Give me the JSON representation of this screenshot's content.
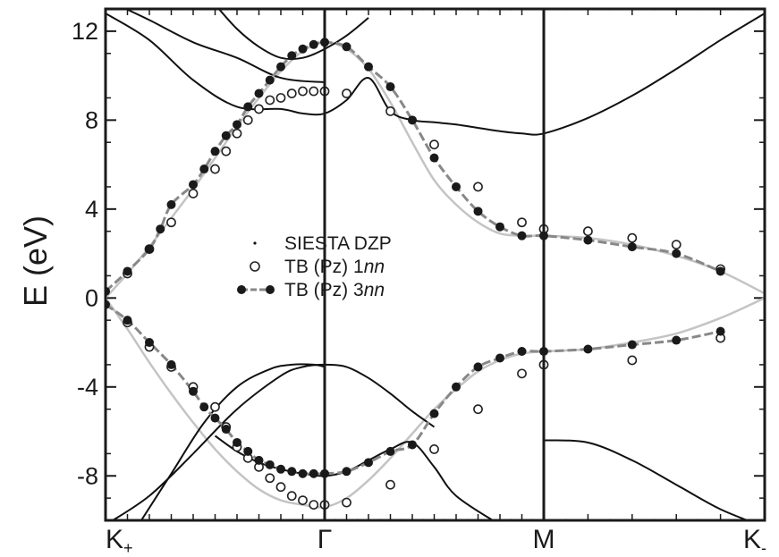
{
  "chart_data": {
    "type": "line",
    "xlabel": "",
    "ylabel": "E (eV)",
    "ylim": [
      -10,
      13
    ],
    "yticks": [
      "12",
      "8",
      "4",
      "0",
      "-4",
      "-8"
    ],
    "k_labels": [
      {
        "base": "K",
        "sub": "+"
      },
      {
        "base": "Γ",
        "sub": ""
      },
      {
        "base": "M",
        "sub": ""
      },
      {
        "base": "K",
        "sub": "-"
      }
    ],
    "k_nodes": [
      0,
      1,
      2,
      2.5
    ],
    "legend": {
      "placement": "center",
      "entries": [
        {
          "prefix": "SIESTA DZP",
          "italic": "",
          "marker": "dot"
        },
        {
          "prefix": "TB (Pz) 1",
          "italic": "nn",
          "marker": "open-circle"
        },
        {
          "prefix": "TB (Pz) 3",
          "italic": "nn",
          "marker": "filled-circle-dashed"
        }
      ]
    },
    "colors": {
      "siesta": "#111111",
      "siesta_pi": "#c4c4c4",
      "tb1nn": "#222222",
      "tb3nn": "#888888",
      "tb3nn_marker": "#1a1a1a"
    },
    "series": [
      {
        "name": "SIESTA DZP",
        "role": "pi-upper",
        "x": [
          0,
          0.1,
          0.2,
          0.3,
          0.4,
          0.5,
          0.6,
          0.7,
          0.8,
          0.9,
          1.0,
          1.1,
          1.2,
          1.3,
          1.4,
          1.5,
          1.6,
          1.7,
          1.8,
          1.9,
          2.0,
          2.1,
          2.2,
          2.3,
          2.4,
          2.5
        ],
        "y": [
          0,
          1.1,
          2.3,
          3.6,
          4.9,
          6.3,
          7.7,
          9.0,
          10.2,
          11.1,
          11.5,
          11.2,
          10.3,
          8.8,
          7.0,
          5.3,
          4.2,
          3.4,
          2.9,
          2.8,
          2.8,
          2.7,
          2.4,
          1.9,
          1.2,
          0.2
        ]
      },
      {
        "name": "SIESTA DZP",
        "role": "pi-lower",
        "x": [
          0,
          0.1,
          0.2,
          0.3,
          0.4,
          0.5,
          0.6,
          0.7,
          0.8,
          0.9,
          1.0,
          1.1,
          1.2,
          1.3,
          1.4,
          1.5,
          1.6,
          1.7,
          1.8,
          1.9,
          2.0,
          2.1,
          2.2,
          2.3,
          2.4,
          2.5
        ],
        "y": [
          0,
          -1.4,
          -2.9,
          -4.3,
          -5.6,
          -6.8,
          -7.8,
          -8.6,
          -9.1,
          -9.3,
          -9.4,
          -9.0,
          -8.2,
          -7.2,
          -6.1,
          -5.0,
          -4.1,
          -3.3,
          -2.8,
          -2.5,
          -2.4,
          -2.3,
          -2.0,
          -1.6,
          -0.9,
          0.0
        ]
      },
      {
        "name": "SIESTA DZP",
        "role": "sigma-1",
        "x": [
          0,
          0.2,
          0.4,
          0.6,
          0.8,
          0.9,
          1.0,
          1.1,
          1.2,
          1.3,
          1.4,
          1.5,
          1.6,
          1.8,
          1.9,
          2.0,
          2.1,
          2.2,
          2.3,
          2.4,
          2.5
        ],
        "y": [
          12.8,
          11.6,
          9.8,
          8.6,
          8.5,
          8.3,
          8.3,
          8.9,
          9.9,
          8.4,
          8.0,
          7.9,
          7.8,
          7.5,
          7.4,
          7.4,
          8.1,
          9.1,
          10.3,
          11.6,
          12.8
        ]
      },
      {
        "name": "SIESTA DZP",
        "role": "sigma-2",
        "x": [
          0.5,
          0.6,
          0.7,
          0.8,
          0.9,
          1.0,
          1.1,
          1.2
        ],
        "y": [
          13.2,
          12.1,
          11.3,
          10.8,
          10.8,
          11.2,
          11.8,
          12.6
        ]
      },
      {
        "name": "SIESTA DZP",
        "role": "sigma-3",
        "x": [
          0.05,
          0.2,
          0.4,
          0.6,
          0.8,
          1.0
        ],
        "y": [
          13.2,
          12.5,
          11.5,
          10.8,
          9.9,
          9.7
        ]
      },
      {
        "name": "SIESTA DZP",
        "role": "sigma-4",
        "x": [
          0,
          0.2,
          0.4,
          0.6,
          0.8,
          0.9,
          1.0,
          1.1,
          1.2,
          1.3,
          1.4,
          1.5
        ],
        "y": [
          -10.2,
          -8.9,
          -7.0,
          -5.0,
          -3.5,
          -3.1,
          -3.0,
          -3.1,
          -3.6,
          -4.3,
          -5.1,
          -5.8
        ]
      },
      {
        "name": "SIESTA DZP",
        "role": "sigma-5",
        "x": [
          0.15,
          0.3,
          0.45,
          0.6,
          0.75,
          0.85,
          0.95,
          1.0
        ],
        "y": [
          -10.2,
          -7.9,
          -5.6,
          -4.0,
          -3.2,
          -3.0,
          -3.0,
          -3.1
        ]
      },
      {
        "name": "SIESTA DZP",
        "role": "sigma-6",
        "x": [
          0.5,
          0.6,
          0.7,
          0.8,
          0.9,
          1.0,
          1.1,
          1.2,
          1.3,
          1.4,
          1.5,
          1.6,
          1.8
        ],
        "y": [
          -6.2,
          -6.9,
          -7.4,
          -7.7,
          -7.9,
          -8.0,
          -7.8,
          -7.3,
          -6.8,
          -6.5,
          -7.6,
          -8.9,
          -10.2
        ]
      },
      {
        "name": "SIESTA DZP",
        "role": "sigma-7",
        "x": [
          2.0,
          2.1,
          2.2,
          2.3,
          2.4,
          2.5
        ],
        "y": [
          -6.4,
          -6.5,
          -7.3,
          -8.4,
          -9.5,
          -10.3
        ]
      },
      {
        "name": "TB (Pz) 1nn",
        "role": "upper",
        "x": [
          0.1,
          0.2,
          0.3,
          0.4,
          0.5,
          0.55,
          0.6,
          0.65,
          0.7,
          0.75,
          0.8,
          0.85,
          0.9,
          0.95,
          1.0,
          1.1,
          1.3,
          1.5,
          1.7,
          1.9,
          2.0,
          2.1,
          2.2,
          2.3,
          2.4
        ],
        "y": [
          1.1,
          2.2,
          3.4,
          4.7,
          5.8,
          6.6,
          7.4,
          8.0,
          8.5,
          8.9,
          9.0,
          9.2,
          9.3,
          9.3,
          9.3,
          9.2,
          8.4,
          6.9,
          5.0,
          3.4,
          3.1,
          3.0,
          2.7,
          2.4,
          1.3
        ]
      },
      {
        "name": "TB (Pz) 1nn",
        "role": "lower",
        "x": [
          0.1,
          0.2,
          0.3,
          0.4,
          0.5,
          0.55,
          0.6,
          0.65,
          0.7,
          0.75,
          0.8,
          0.85,
          0.9,
          0.95,
          1.0,
          1.1,
          1.3,
          1.5,
          1.7,
          1.9,
          2.0,
          2.2,
          2.4
        ],
        "y": [
          -1.1,
          -2.2,
          -3.1,
          -4.0,
          -4.9,
          -5.8,
          -6.7,
          -7.2,
          -7.6,
          -8.1,
          -8.5,
          -8.9,
          -9.1,
          -9.3,
          -9.3,
          -9.2,
          -8.4,
          -6.8,
          -5.0,
          -3.4,
          -3.0,
          -2.8,
          -1.8
        ]
      },
      {
        "name": "TB (Pz) 3nn",
        "role": "upper",
        "x": [
          0,
          0.1,
          0.2,
          0.25,
          0.3,
          0.4,
          0.45,
          0.5,
          0.55,
          0.6,
          0.65,
          0.7,
          0.75,
          0.8,
          0.85,
          0.9,
          0.95,
          1.0,
          1.1,
          1.2,
          1.3,
          1.4,
          1.5,
          1.6,
          1.7,
          1.8,
          1.9,
          2.0,
          2.1,
          2.2,
          2.3,
          2.4
        ],
        "y": [
          0.3,
          1.2,
          2.2,
          3.1,
          4.2,
          5.1,
          5.8,
          6.6,
          7.3,
          7.8,
          8.6,
          9.2,
          9.8,
          10.4,
          10.9,
          11.2,
          11.4,
          11.5,
          11.3,
          10.4,
          9.5,
          8.0,
          6.3,
          5.0,
          3.9,
          3.2,
          2.8,
          2.8,
          2.6,
          2.3,
          2.0,
          1.2
        ]
      },
      {
        "name": "TB (Pz) 3nn",
        "role": "lower",
        "x": [
          0,
          0.1,
          0.2,
          0.3,
          0.4,
          0.45,
          0.5,
          0.55,
          0.6,
          0.65,
          0.7,
          0.75,
          0.8,
          0.85,
          0.9,
          0.95,
          1.0,
          1.1,
          1.2,
          1.3,
          1.4,
          1.5,
          1.6,
          1.7,
          1.8,
          1.9,
          2.0,
          2.1,
          2.2,
          2.3,
          2.4
        ],
        "y": [
          -0.3,
          -1.0,
          -2.0,
          -3.0,
          -4.2,
          -4.9,
          -5.4,
          -5.9,
          -6.5,
          -6.9,
          -7.3,
          -7.5,
          -7.7,
          -7.8,
          -7.9,
          -7.9,
          -7.9,
          -7.8,
          -7.4,
          -6.9,
          -6.6,
          -5.2,
          -4.0,
          -3.1,
          -2.7,
          -2.4,
          -2.4,
          -2.3,
          -2.1,
          -1.9,
          -1.5
        ]
      },
      {
        "name": "SIESTA DZP",
        "role": "sparse-dots",
        "x": [
          1.2,
          1.25,
          1.3,
          1.35,
          1.4,
          1.45,
          1.5,
          1.55,
          1.6,
          1.65,
          1.7,
          1.75,
          1.8,
          1.85,
          1.9,
          2.05,
          2.1,
          2.15,
          2.2,
          2.25,
          2.3,
          2.35,
          2.4,
          2.45,
          1.05,
          1.1,
          1.15,
          1.2,
          1.25,
          1.3,
          1.35,
          1.4,
          1.45,
          1.5,
          1.55,
          1.6,
          1.65,
          1.7,
          1.75,
          1.8,
          1.85,
          1.9,
          1.95,
          2.05,
          2.1,
          2.15,
          2.2,
          2.25,
          2.3,
          2.35,
          2.4,
          2.45
        ],
        "y": [
          13,
          13,
          13,
          13,
          13,
          13,
          13,
          13,
          13,
          13,
          13,
          13,
          13,
          13,
          13,
          13,
          13,
          13,
          13,
          13,
          13,
          13,
          13,
          13,
          -10,
          -10,
          -10,
          -10,
          -10,
          -10,
          -10,
          -10,
          -10,
          -10,
          -10,
          -10,
          -10,
          -10,
          -10,
          -10,
          -10,
          -10,
          -10,
          -10,
          -10,
          -10,
          -10,
          -10,
          -10,
          -10,
          -10,
          -10
        ]
      }
    ]
  }
}
